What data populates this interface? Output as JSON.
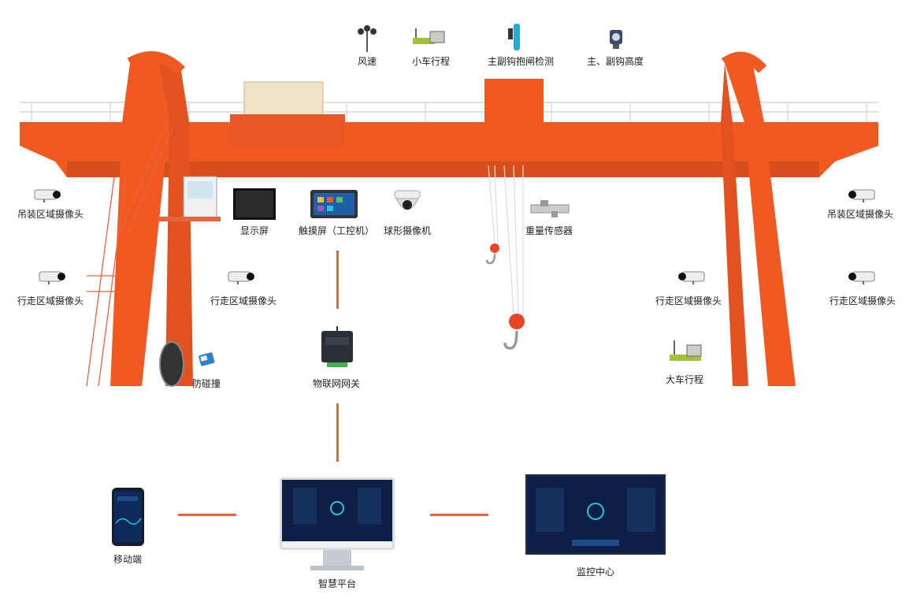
{
  "colors": {
    "crane": "#f05a22",
    "crane_dark": "#c8461a",
    "connector": "#e8643a",
    "screen": "#0d1f44",
    "screen_accent": "#27c3e0"
  },
  "top_sensors": [
    {
      "label": "风速",
      "icon": "anemometer-icon"
    },
    {
      "label": "小车行程",
      "icon": "trolley-travel-sensor-icon"
    },
    {
      "label": "主副钩抱闸检测",
      "icon": "brake-detector-icon"
    },
    {
      "label": "主、副钩高度",
      "icon": "hook-height-encoder-icon"
    }
  ],
  "left_cameras": {
    "hoist_area": "吊装区域摄像头",
    "walk_area_outer": "行走区域摄像头",
    "walk_area_inner": "行走区域摄像头"
  },
  "right_cameras": {
    "hoist_area": "吊装区域摄像头",
    "walk_area_inner": "行走区域摄像头",
    "walk_area_outer": "行走区域摄像头"
  },
  "cab_devices": {
    "display": "显示屏",
    "touchscreen": "触摸屏（工控机）",
    "dome_camera": "球形摄像机",
    "weight_sensor": "重量传感器"
  },
  "anti_collision": "防碰撞",
  "gantry_travel": "大车行程",
  "iot_gateway": "物联网网关",
  "terminals": {
    "mobile": "移动端",
    "platform": "智慧平台",
    "monitor_center": "监控中心"
  }
}
